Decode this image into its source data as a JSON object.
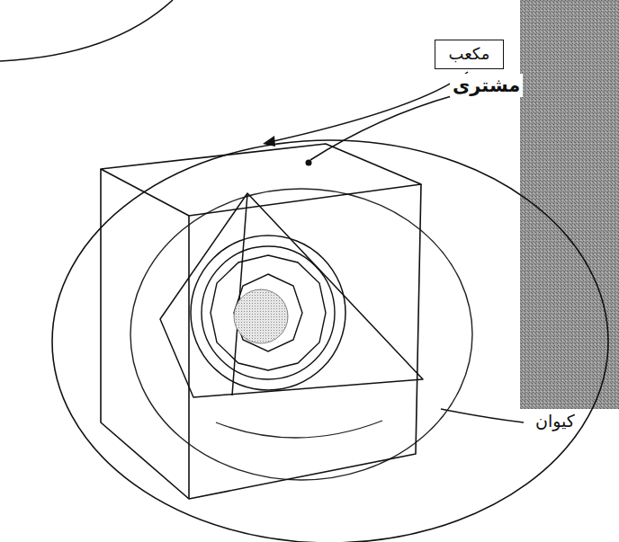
{
  "diagram": {
    "nodes": [
      {
        "text": [
          "مکعب"
        ]
      }
    ],
    "labels": [
      "مشتری",
      "کیوان"
    ]
  }
}
